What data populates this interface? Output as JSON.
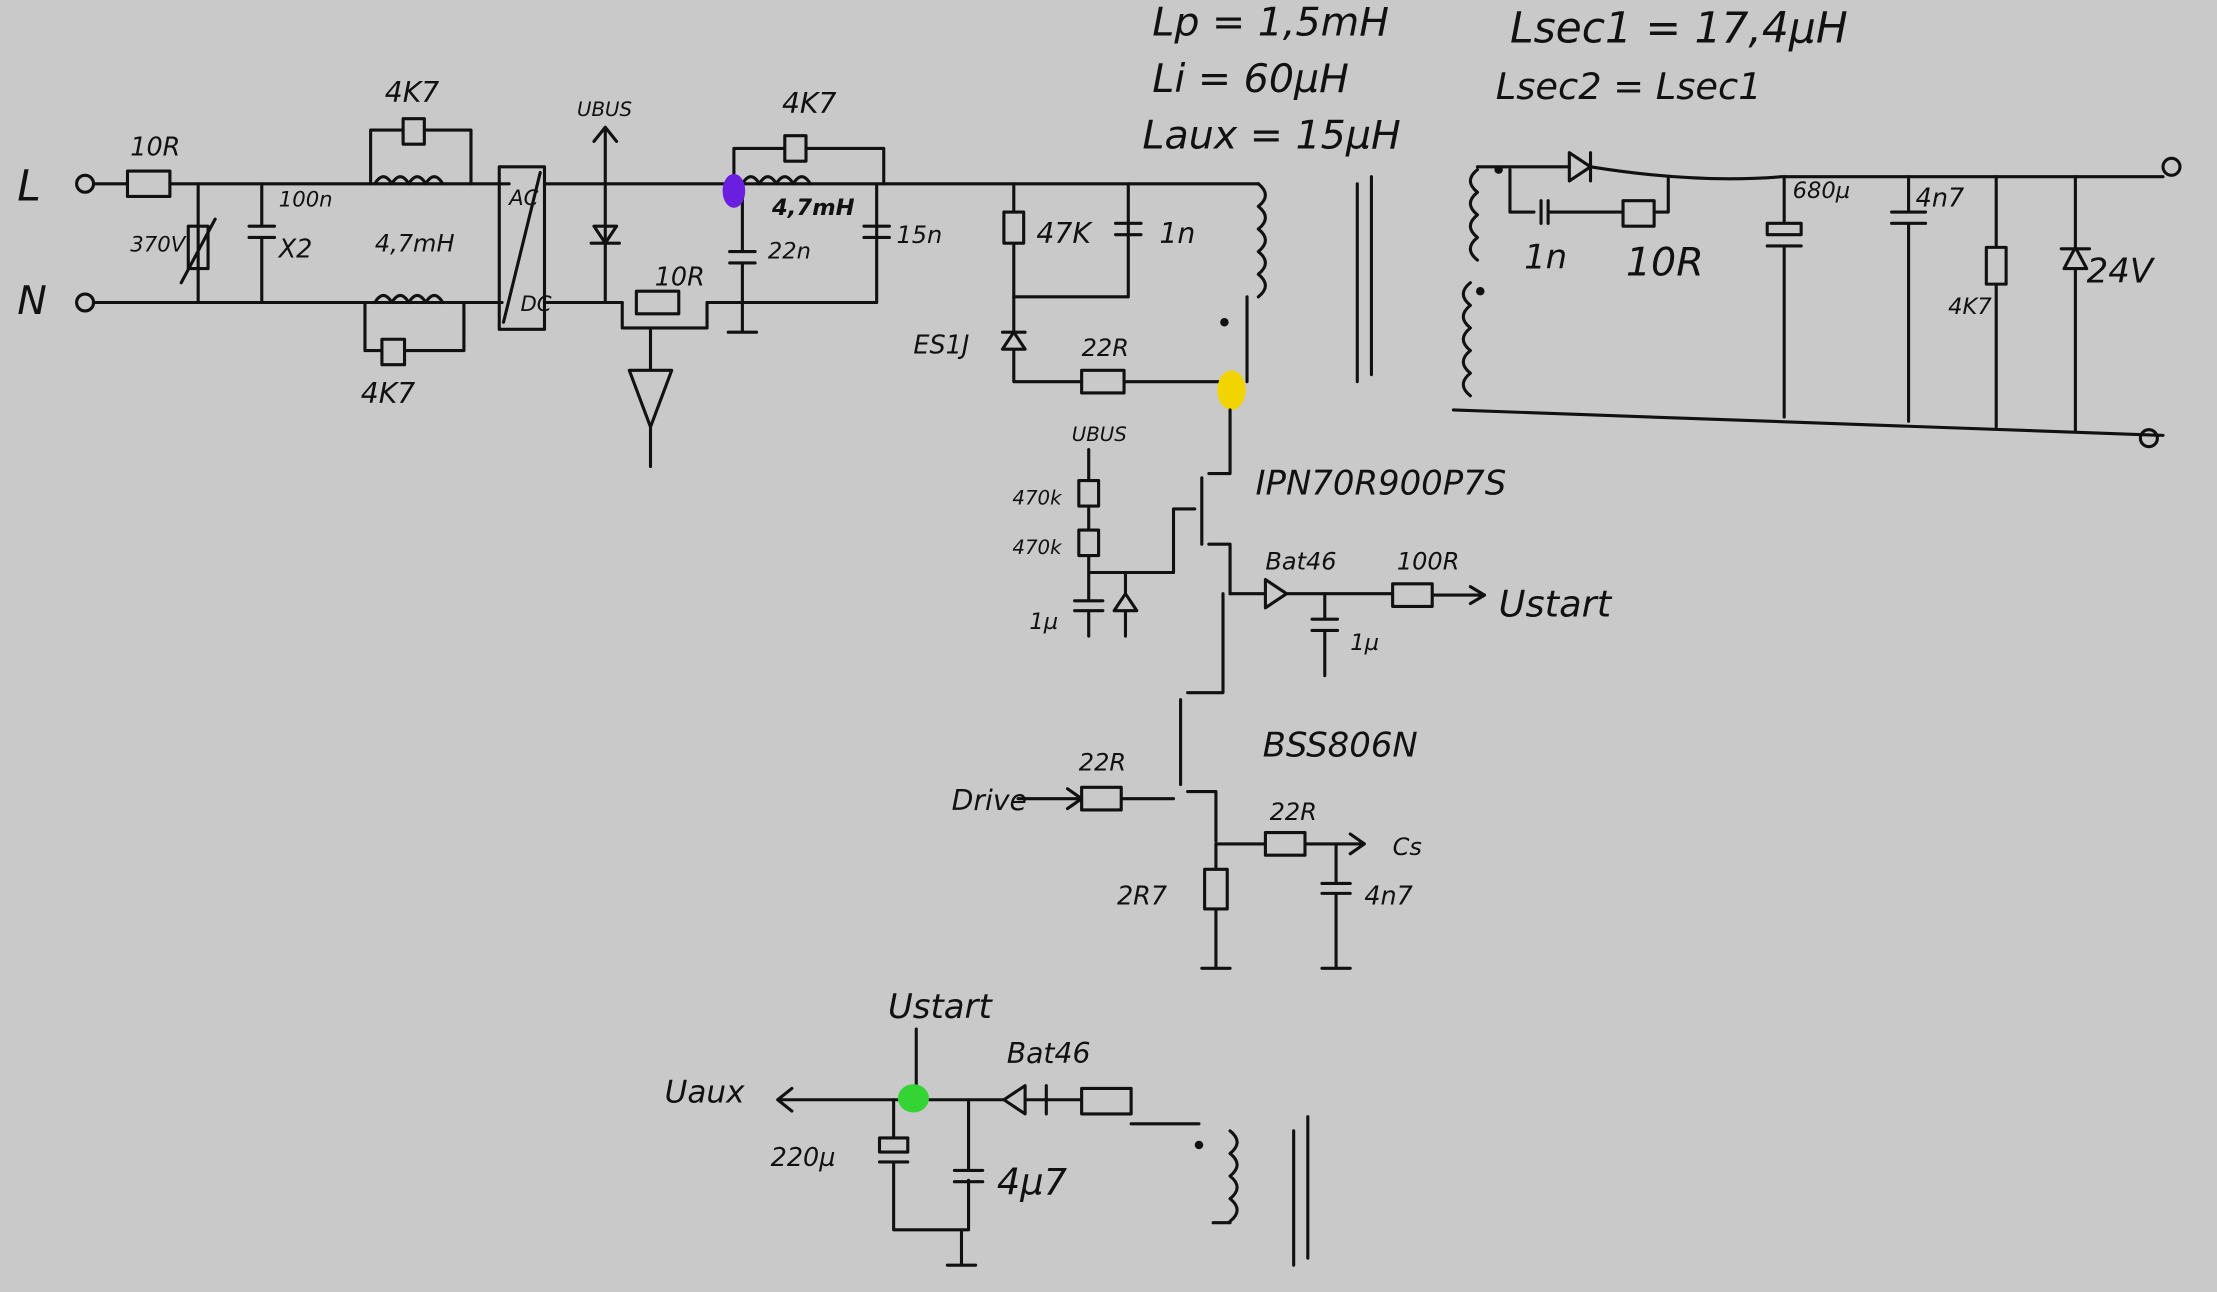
{
  "title_notes": {
    "lp": "Lp = 1,5mH",
    "li": "Li = 60µH",
    "laux": "Laux = 15µH",
    "lsec1": "Lsec1 = 17,4µH",
    "lsec2": "Lsec2 = Lsec1"
  },
  "input": {
    "l": "L",
    "n": "N",
    "r_in": "10R",
    "varistor": "370V",
    "cx_val": "100n",
    "cx_type": "X2",
    "choke_r_top": "4K7",
    "choke": "4,7mH",
    "choke_r_bot": "4K7"
  },
  "bridge": {
    "ac": "AC",
    "dc": "DC"
  },
  "bus": {
    "ubus": "UBUS",
    "ntc": "10R",
    "filter_r": "4K7",
    "filter_l": "4,7mH",
    "c1": "22n",
    "c2": "15n"
  },
  "snubber": {
    "r": "47K",
    "c": "1n",
    "diode": "ES1J",
    "r2": "22R"
  },
  "secondary": {
    "c_snub": "1n",
    "r_snub": "10R",
    "c_out": "680µ",
    "c_out2": "4n7",
    "r_load": "4K7",
    "zener": "24V"
  },
  "cascode": {
    "ubus": "UBUS",
    "r1": "470k",
    "r2": "470k",
    "c": "1µ",
    "hv_fet": "IPN70R900P7S",
    "diode": "Bat46",
    "r": "100R",
    "ustart": "Ustart",
    "c_start": "1µ",
    "lv_fet": "BSS806N",
    "drive": "Drive",
    "r_gate": "22R",
    "r_cs": "22R",
    "cs": "Cs",
    "r_shunt": "2R7",
    "c_cs": "4n7"
  },
  "aux": {
    "ustart": "Ustart",
    "diode": "Bat46",
    "uaux": "Uaux",
    "c1": "220µ",
    "c2": "4µ7"
  },
  "colors": {
    "paper": "#c9c9c9",
    "ink": "#111111",
    "purple_marker": "#6a1ee0",
    "yellow_marker": "#f2d400",
    "green_marker": "#35d435"
  }
}
